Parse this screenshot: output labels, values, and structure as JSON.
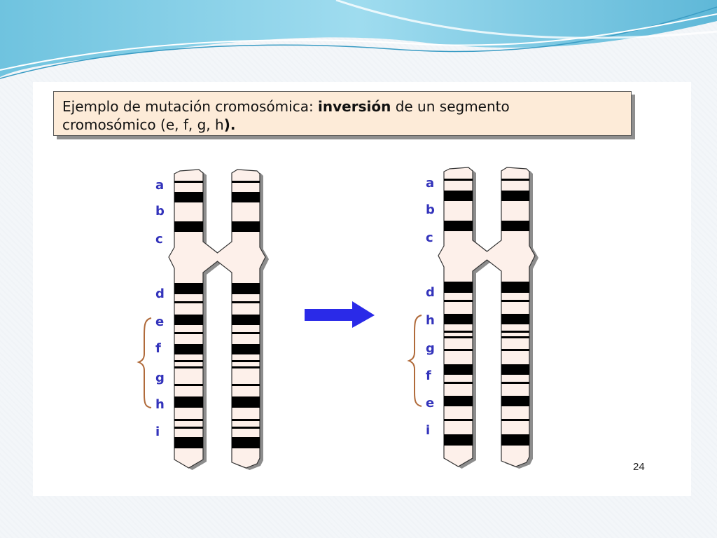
{
  "caption": {
    "part1": "Ejemplo de mutación cromosómica: ",
    "bold1": "inversión",
    "part2": " de un segmento",
    "line2": "cromosómico (e, f, g, h",
    "bold2": ")."
  },
  "left_chromosome": {
    "labels": [
      "a",
      "b",
      "c",
      "d",
      "e",
      "f",
      "g",
      "h",
      "i"
    ]
  },
  "right_chromosome": {
    "labels": [
      "a",
      "b",
      "c",
      "d",
      "h",
      "g",
      "f",
      "e",
      "i"
    ]
  },
  "page_number": "24",
  "colors": {
    "label": "#3333bb",
    "arrow": "#2a2ae8",
    "chromatid_fill": "#fdf0ea",
    "band": "#000000",
    "brace": "#b06a3a",
    "caption_bg": "#fdebd8"
  },
  "icons": {
    "arrow": "right-arrow-icon",
    "brace": "left-curly-brace-icon"
  }
}
